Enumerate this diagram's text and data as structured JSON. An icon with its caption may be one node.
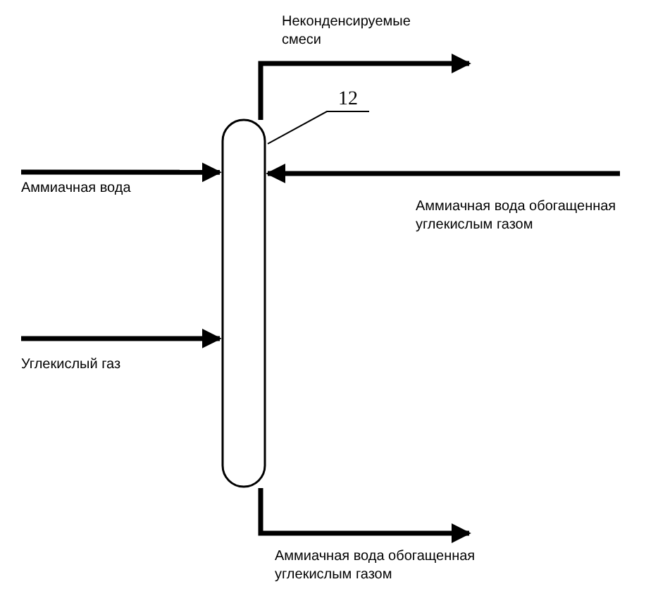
{
  "diagram": {
    "nodes": [
      {
        "text": [],
        "shape": "column"
      },
      {
        "text": [
          "12"
        ]
      }
    ],
    "edges": [
      {
        "from": 0,
        "to": null,
        "arrow": "to",
        "label": "Неконденсируемые смеси"
      },
      {
        "from": null,
        "to": 0,
        "arrow": "to",
        "label": "Аммиачная вода"
      },
      {
        "from": null,
        "to": 0,
        "arrow": "to",
        "label": "Аммиачная вода обогащенная углекислым газом"
      },
      {
        "from": null,
        "to": 0,
        "arrow": "to",
        "label": "Углекислый газ"
      },
      {
        "from": 0,
        "to": null,
        "arrow": "to",
        "label": "Аммиачная вода обогащенная углекислым газом"
      },
      {
        "from": 1,
        "to": 0,
        "arrow": "none"
      }
    ]
  }
}
